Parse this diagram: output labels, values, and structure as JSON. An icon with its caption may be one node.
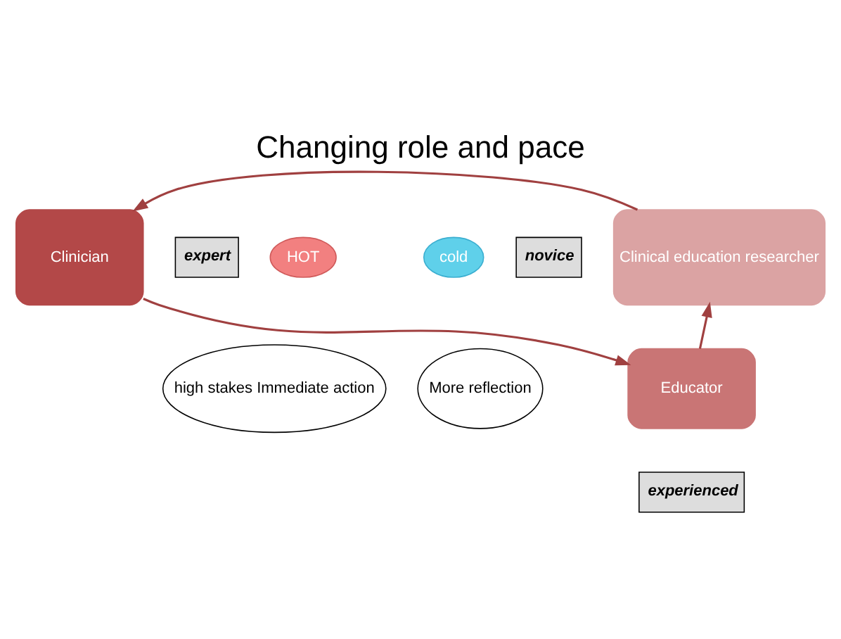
{
  "diagram": {
    "title": "Changing role and pace",
    "nodes": [
      {
        "text": [
          "Clinical education researcher"
        ]
      },
      {
        "text": [
          "Clinician"
        ]
      },
      {
        "text": [
          "Educator"
        ]
      },
      {
        "text": [
          "novice"
        ]
      },
      {
        "text": [
          "expert"
        ]
      },
      {
        "text": [
          "experienced"
        ]
      },
      {
        "text": [
          "cold"
        ]
      },
      {
        "text": [
          "More reflection"
        ]
      },
      {
        "text": [
          "HOT"
        ]
      },
      {
        "text": [
          "high stakes Immediate action"
        ]
      }
    ],
    "edges": [
      {
        "from": 0,
        "to": 1,
        "arrow": "to"
      },
      {
        "from": 1,
        "to": 2,
        "arrow": "to"
      },
      {
        "from": 2,
        "to": 0,
        "arrow": "to"
      }
    ]
  }
}
